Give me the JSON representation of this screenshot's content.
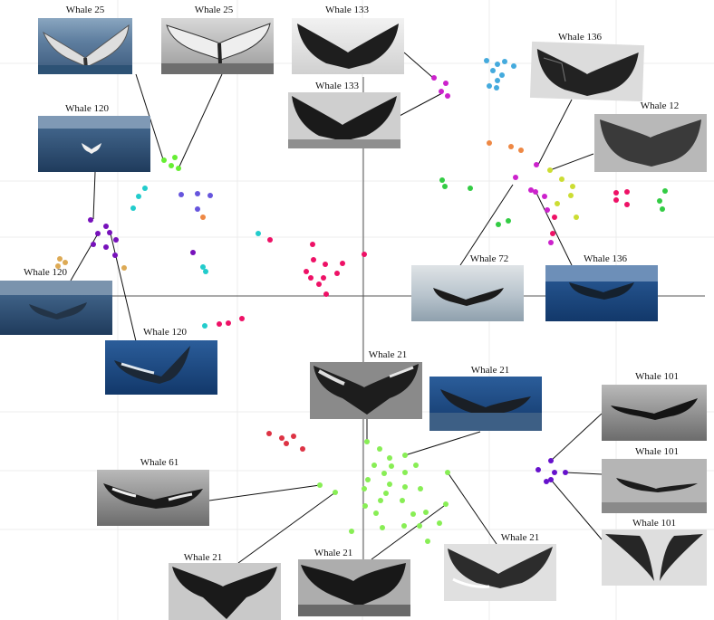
{
  "labels": {
    "w25a": "Whale 25",
    "w25b": "Whale 25",
    "w133a": "Whale 133",
    "w133b": "Whale 133",
    "w136a": "Whale 136",
    "w12": "Whale 12",
    "w120a": "Whale 120",
    "w120b": "Whale 120",
    "w120c": "Whale 120",
    "w72": "Whale 72",
    "w136b": "Whale 136",
    "w21a": "Whale 21",
    "w21b": "Whale 21",
    "w101a": "Whale 101",
    "w101b": "Whale 101",
    "w101c": "Whale 101",
    "w61": "Whale 61",
    "w21c": "Whale 21",
    "w21d": "Whale 21",
    "w21e": "Whale 21"
  },
  "colors": {
    "whale_25": "#66ee33",
    "whale_133": "#cc22cc",
    "whale_136": "#cc22cc",
    "whale_12": "#ccdd33",
    "whale_120": "#7711bb",
    "whale_21": "#88ee55",
    "whale_101": "#6611cc",
    "cluster_blue": "#44aadd",
    "cluster_pink": "#ee1166",
    "cluster_orange": "#ee8844",
    "cluster_cyan": "#22cccc",
    "cluster_green": "#33cc44",
    "cluster_purple": "#6655dd",
    "cluster_red": "#dd3344",
    "cluster_tan": "#ddaa55"
  }
}
